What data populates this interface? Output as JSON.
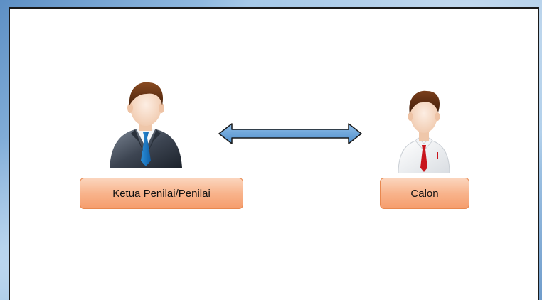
{
  "diagram": {
    "left_person": {
      "label": "Ketua Penilai/Penilai",
      "icon": "businessman-suit-icon"
    },
    "right_person": {
      "label": "Calon",
      "icon": "man-white-shirt-icon"
    },
    "connector": {
      "type": "double-headed-arrow",
      "color": "#5b9bd5"
    },
    "label_box_color": "#f8b48c"
  }
}
